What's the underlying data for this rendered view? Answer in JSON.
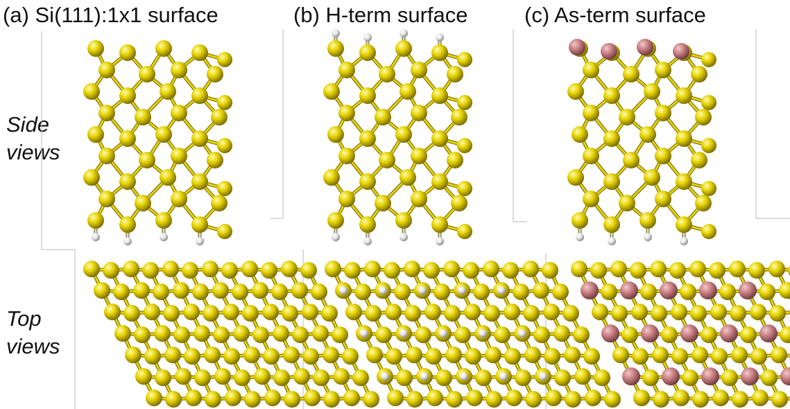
{
  "titles": {
    "a": "(a) Si(111):1x1 surface",
    "b": "(b) H-term surface",
    "c": "(c) As-term surface"
  },
  "row_labels": {
    "side_line1": "Side",
    "side_line2": "views",
    "top_line1": "Top",
    "top_line2": "views"
  },
  "atoms": {
    "silicon_color": "#e6d300",
    "hydrogen_color": "#e8e8e8",
    "arsenic_color": "#c47a7e"
  },
  "panels": [
    {
      "id": "a",
      "side_top_termination": "none",
      "top_layer": "none"
    },
    {
      "id": "b",
      "side_top_termination": "hydrogen",
      "top_layer": "hydrogen"
    },
    {
      "id": "c",
      "side_top_termination": "arsenic",
      "top_layer": "arsenic"
    }
  ]
}
